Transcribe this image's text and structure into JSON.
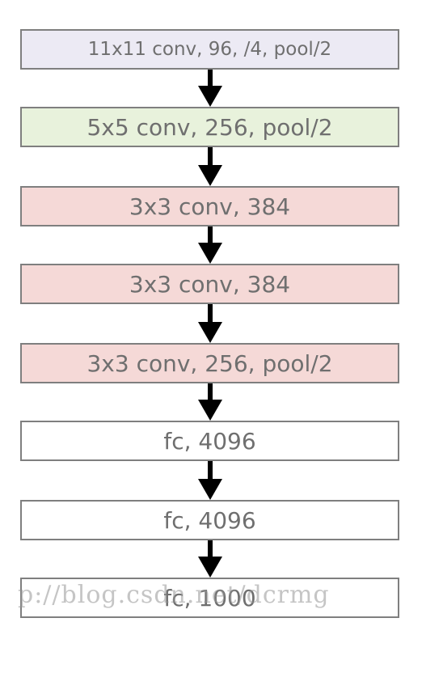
{
  "layers": [
    {
      "label": "11x11 conv, 96, /4, pool/2",
      "fill": "#eceaf4"
    },
    {
      "label": "5x5 conv, 256, pool/2",
      "fill": "#e8f2dc"
    },
    {
      "label": "3x3 conv, 384",
      "fill": "#f5d9d7"
    },
    {
      "label": "3x3 conv, 384",
      "fill": "#f5d9d7"
    },
    {
      "label": "3x3 conv, 256, pool/2",
      "fill": "#f5d9d7"
    },
    {
      "label": "fc, 4096",
      "fill": "#ffffff"
    },
    {
      "label": "fc, 4096",
      "fill": "#ffffff"
    },
    {
      "label": "fc, 1000",
      "fill": "#ffffff"
    }
  ],
  "watermark": "p://blog.csdn.net/dcrmg",
  "colors": {
    "border": "#7f7f7f",
    "text": "#6f6f6f",
    "arrow": "#000000"
  }
}
